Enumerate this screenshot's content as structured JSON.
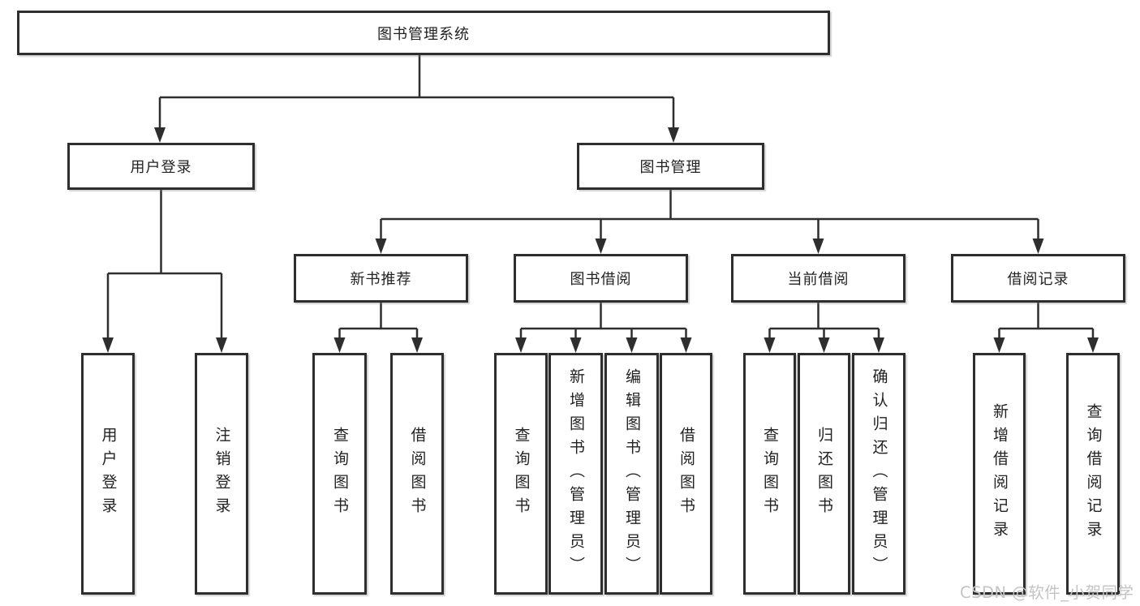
{
  "tree": {
    "label": "图书管理系统",
    "children": [
      {
        "label": "用户登录",
        "children": [
          {
            "label": "用户登录"
          },
          {
            "label": "注销登录"
          }
        ]
      },
      {
        "label": "图书管理",
        "children": [
          {
            "label": "新书推荐",
            "children": [
              {
                "label": "查询图书"
              },
              {
                "label": "借阅图书"
              }
            ]
          },
          {
            "label": "图书借阅",
            "children": [
              {
                "label": "查询图书"
              },
              {
                "label": "新增图书（管理员）"
              },
              {
                "label": "编辑图书（管理员）"
              },
              {
                "label": "借阅图书"
              }
            ]
          },
          {
            "label": "当前借阅",
            "children": [
              {
                "label": "查询图书"
              },
              {
                "label": "归还图书"
              },
              {
                "label": "确认归还（管理员）"
              }
            ]
          },
          {
            "label": "借阅记录",
            "children": [
              {
                "label": "新增借阅记录"
              },
              {
                "label": "查询借阅记录"
              }
            ]
          }
        ]
      }
    ]
  },
  "watermark": {
    "text": "CSDN @软件_小贺同学"
  },
  "colors": {
    "line": "#2e2e2e",
    "text": "#222222",
    "background": "#ffffff",
    "watermark": "#c4c4c4"
  }
}
